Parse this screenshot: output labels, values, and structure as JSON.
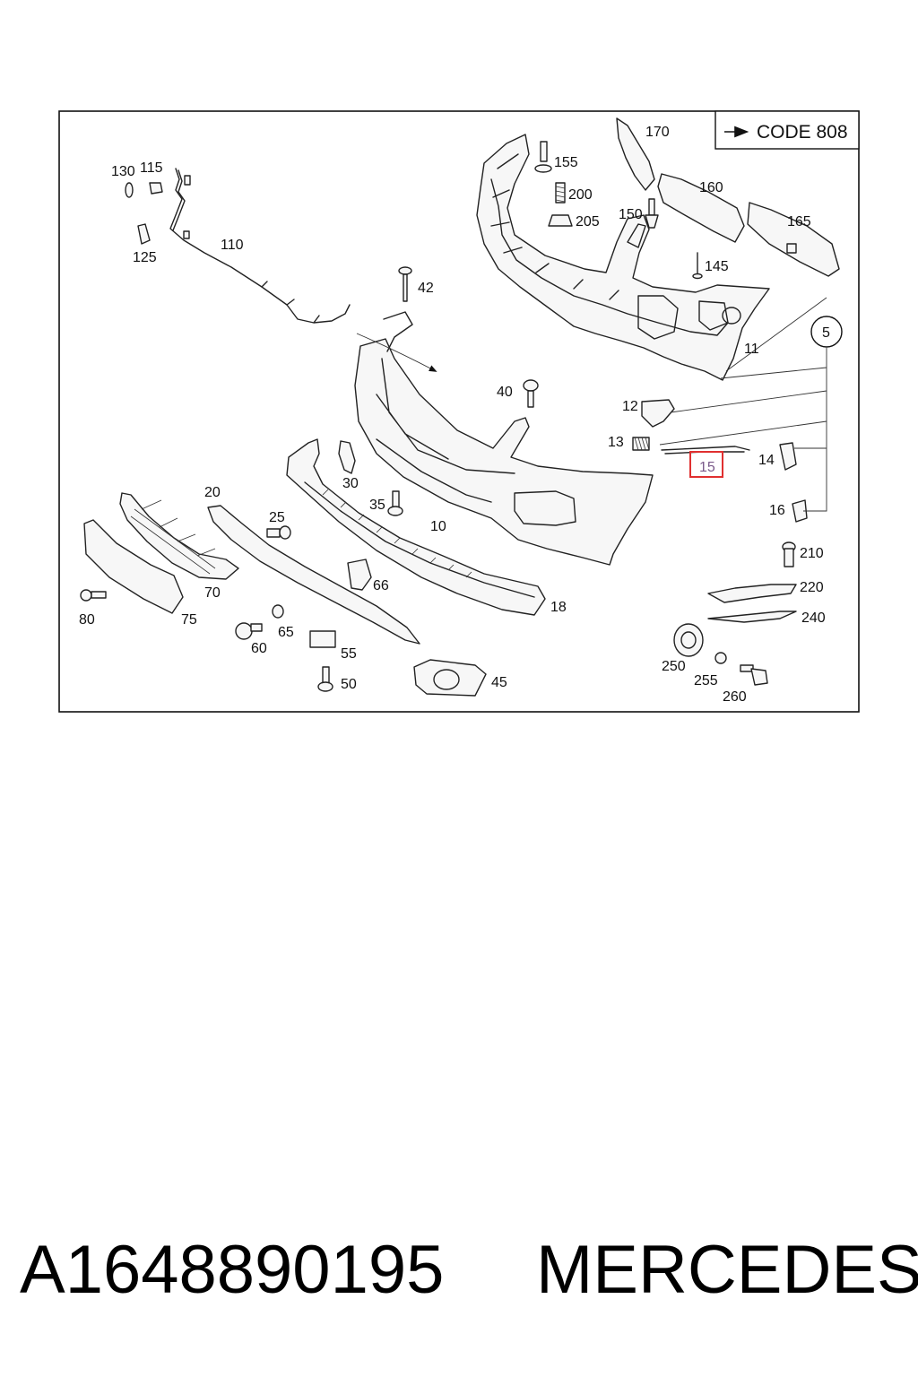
{
  "diagram": {
    "code_note": "CODE 808",
    "highlighted_part": "15",
    "callouts": [
      "130",
      "115",
      "125",
      "110",
      "42",
      "40",
      "20",
      "25",
      "30",
      "35",
      "10",
      "70",
      "75",
      "80",
      "60",
      "65",
      "66",
      "55",
      "50",
      "45",
      "18",
      "170",
      "155",
      "200",
      "205",
      "150",
      "160",
      "165",
      "145",
      "11",
      "5",
      "12",
      "13",
      "14",
      "15",
      "16",
      "210",
      "220",
      "240",
      "250",
      "255",
      "260"
    ]
  },
  "footer": {
    "part_number": "A1648890195",
    "brand": "MERCEDES"
  }
}
